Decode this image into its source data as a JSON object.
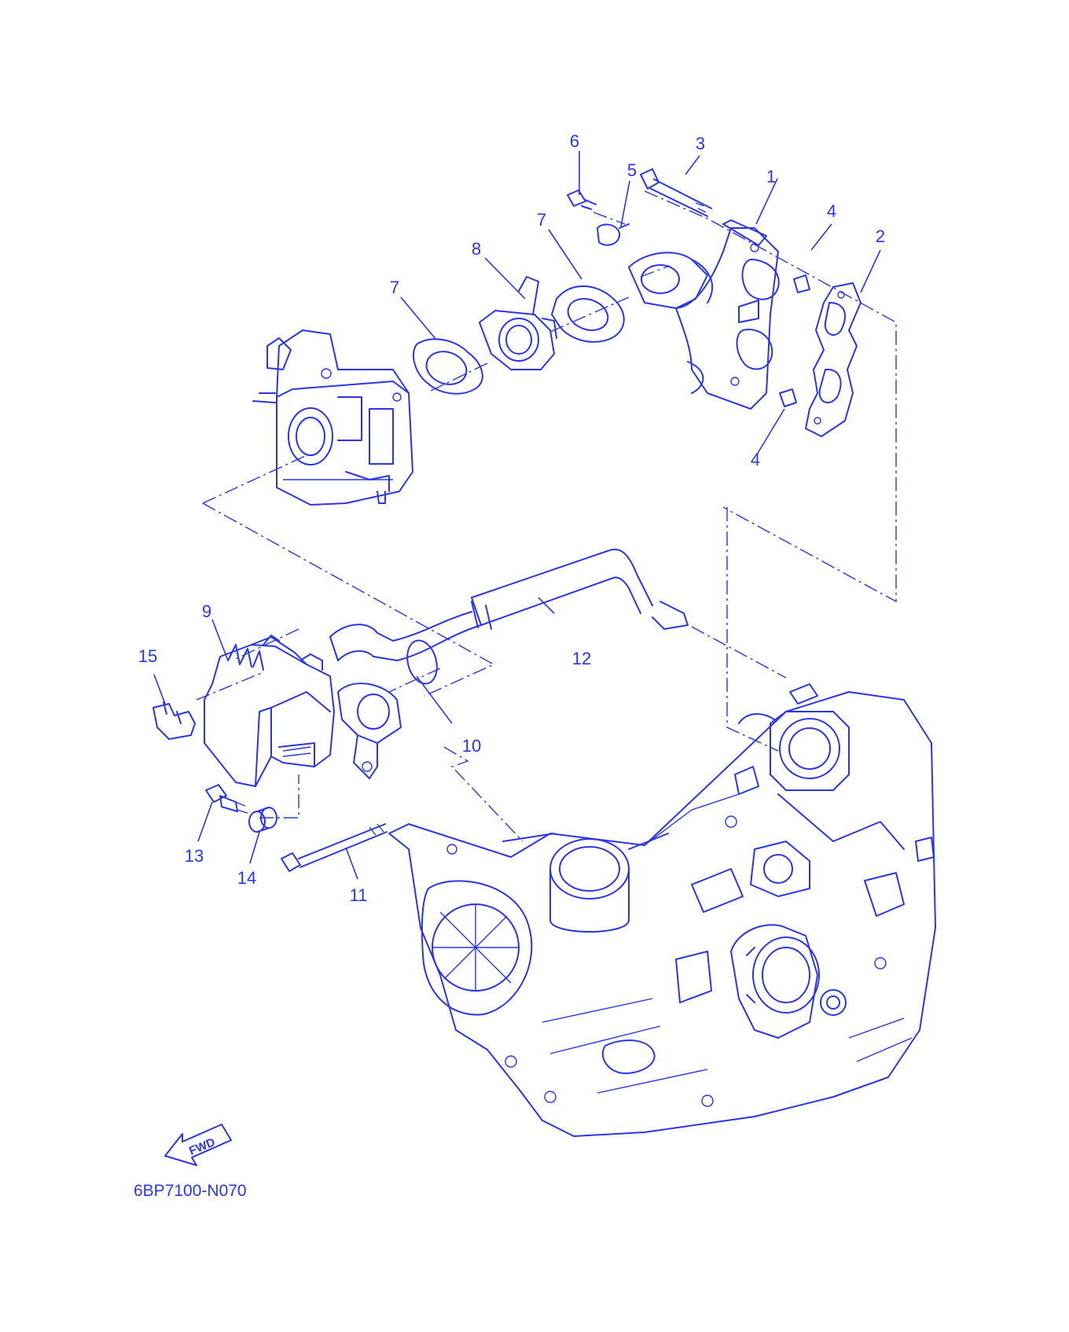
{
  "diagram": {
    "drawing_code": "6BP7100-N070",
    "direction_arrow_label": "FWD",
    "line_color": "#2a35e8",
    "background_color": "#ffffff",
    "callouts": [
      {
        "id": "c1",
        "label": "1"
      },
      {
        "id": "c2",
        "label": "2"
      },
      {
        "id": "c3",
        "label": "3"
      },
      {
        "id": "c4a",
        "label": "4"
      },
      {
        "id": "c4b",
        "label": "4"
      },
      {
        "id": "c5",
        "label": "5"
      },
      {
        "id": "c6",
        "label": "6"
      },
      {
        "id": "c7a",
        "label": "7"
      },
      {
        "id": "c7b",
        "label": "7"
      },
      {
        "id": "c8",
        "label": "8"
      },
      {
        "id": "c9",
        "label": "9"
      },
      {
        "id": "c10",
        "label": "10"
      },
      {
        "id": "c11",
        "label": "11"
      },
      {
        "id": "c12",
        "label": "12"
      },
      {
        "id": "c13",
        "label": "13"
      },
      {
        "id": "c14",
        "label": "14"
      },
      {
        "id": "c15",
        "label": "15"
      }
    ]
  }
}
